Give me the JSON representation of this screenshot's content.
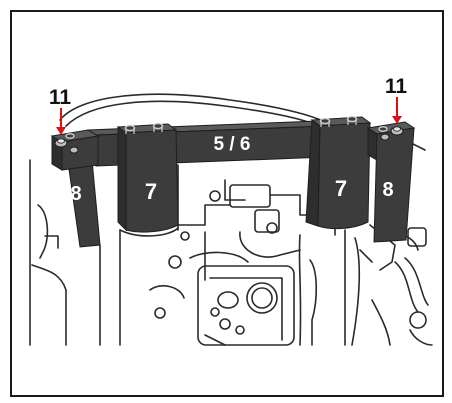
{
  "callouts": {
    "left_bolt": "11",
    "right_bolt": "11"
  },
  "tool_labels": {
    "crossbar": "5 / 6",
    "left_inner_block": "7",
    "right_inner_block": "7",
    "left_outer_leg": "8",
    "right_outer_leg": "8"
  },
  "colors": {
    "tool_body": "#3c3c3c",
    "tool_top": "#5a5a5a",
    "tool_edge": "#1e1e1e",
    "label_text": "#ffffff",
    "callout_arrow": "#e01010",
    "callout_text": "#111111",
    "engine_lines": "#2a2a2a",
    "border": "#1a1a1a"
  }
}
